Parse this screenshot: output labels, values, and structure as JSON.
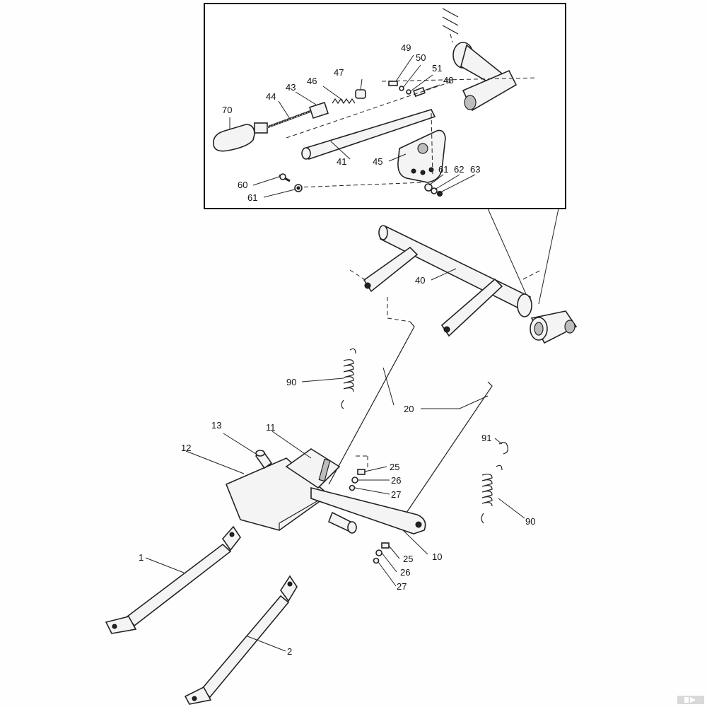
{
  "diagram": {
    "callouts": {
      "c1": "1",
      "c2": "2",
      "c10": "10",
      "c11": "11",
      "c12": "12",
      "c13": "13",
      "c20": "20",
      "c25a": "25",
      "c25b": "25",
      "c26a": "26",
      "c26b": "26",
      "c27a": "27",
      "c27b": "27",
      "c40": "40",
      "c41": "41",
      "c43": "43",
      "c44": "44",
      "c45": "45",
      "c46": "46",
      "c47": "47",
      "c48": "48",
      "c49": "49",
      "c50": "50",
      "c51": "51",
      "c60": "60",
      "c61a": "61",
      "c61b": "61",
      "c62": "62",
      "c63": "63",
      "c70": "70",
      "c90a": "90",
      "c90b": "90",
      "c91": "91"
    }
  }
}
